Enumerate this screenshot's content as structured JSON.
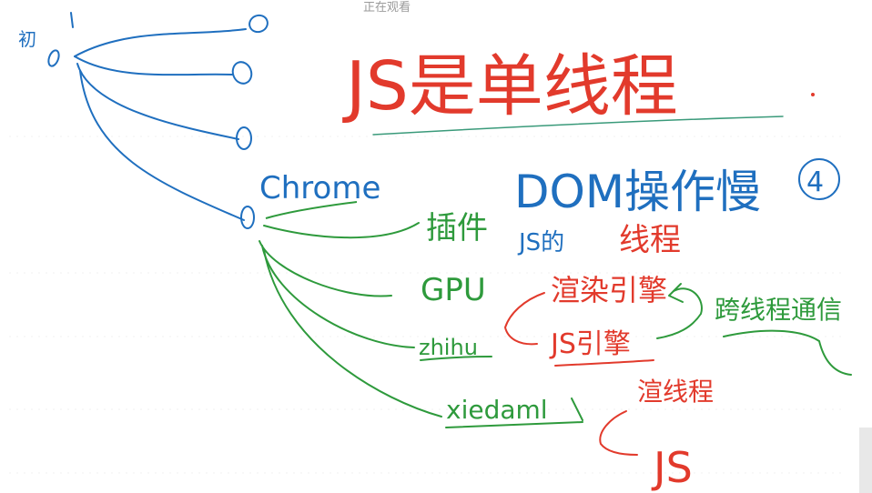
{
  "status_bar": {
    "text": "正在观看"
  },
  "colors": {
    "blue": "#1f6fbf",
    "red": "#e23a2c",
    "green": "#2e9a3c",
    "teal": "#3a9a7a"
  },
  "notes": {
    "left_root": "初",
    "title": "JS是单线程",
    "dom_note": "DOM操作慢",
    "circled_number": "4",
    "js_thread": "JS的",
    "thread": "线程",
    "chrome": "Chrome",
    "branches": [
      "插件",
      "GPU",
      "zhihu",
      "xiedaml"
    ],
    "render_engine": "渲染引擎",
    "js_engine": "JS引擎",
    "cross_thread": "跨线程通信",
    "render_thread": "渲线程",
    "js_bottom": "JS"
  }
}
